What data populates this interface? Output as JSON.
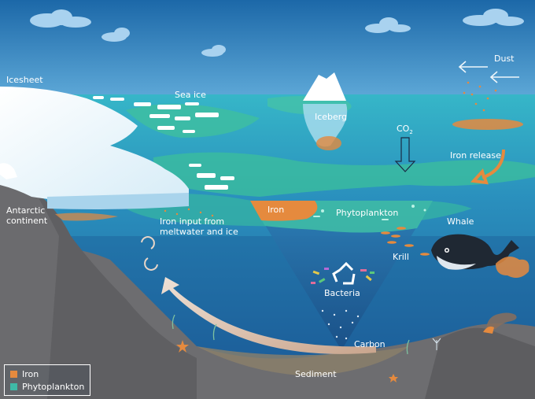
{
  "labels": {
    "icesheet": "Icesheet",
    "sea_ice": "Sea ice",
    "iceberg": "Iceberg",
    "co2": "CO",
    "co2_sub": "2",
    "dust": "Dust",
    "iron_release": "Iron release",
    "antarctic_continent_1": "Antarctic",
    "antarctic_continent_2": "continent",
    "iron_input_1": "Iron input from",
    "iron_input_2": "meltwater and ice",
    "iron": "Iron",
    "phytoplankton": "Phytoplankton",
    "whale": "Whale",
    "krill": "Krill",
    "bacteria": "Bacteria",
    "carbon": "Carbon",
    "sediment": "Sediment"
  },
  "legend": {
    "items": [
      {
        "label": "Iron",
        "color": "#e58a3e"
      },
      {
        "label": "Phytoplankton",
        "color": "#3fb9a6"
      }
    ]
  },
  "colors": {
    "sky_top": "#1f6fae",
    "sky_bottom": "#5aa6d6",
    "ocean_surface": "#2fb3c6",
    "ocean_deep": "#1e5d9a",
    "land": "#6f6f72",
    "iron": "#e58a3e",
    "phytoplankton": "#3fb9a6"
  }
}
